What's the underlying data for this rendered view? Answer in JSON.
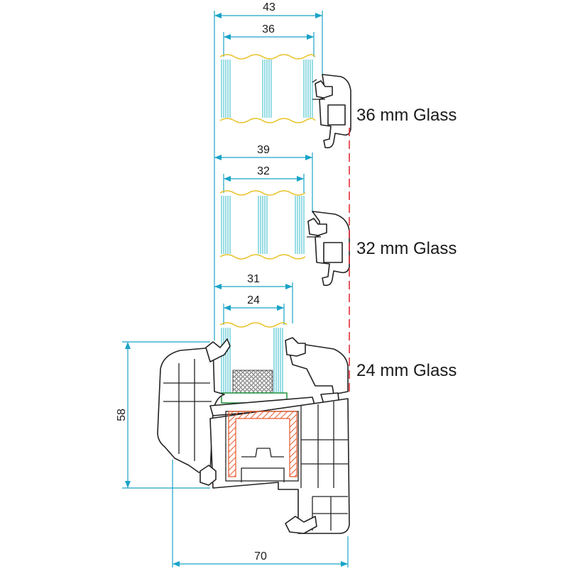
{
  "dimensions": {
    "d43": "43",
    "d36": "36",
    "d39": "39",
    "d32": "32",
    "d31": "31",
    "d24": "24",
    "d58": "58",
    "d70": "70"
  },
  "labels": {
    "glass36": "36 mm Glass",
    "glass32": "32 mm Glass",
    "glass24": "24 mm Glass"
  },
  "colors": {
    "dimension_line": "#1aa3c8",
    "glass_line": "#2fb8c9",
    "glass_edge_seal": "#e8c020",
    "reference_line": "#e0303a",
    "reinforcement": "#e8582a",
    "gasket_green": "#2e9a4a",
    "profile_outline": "#222222"
  }
}
